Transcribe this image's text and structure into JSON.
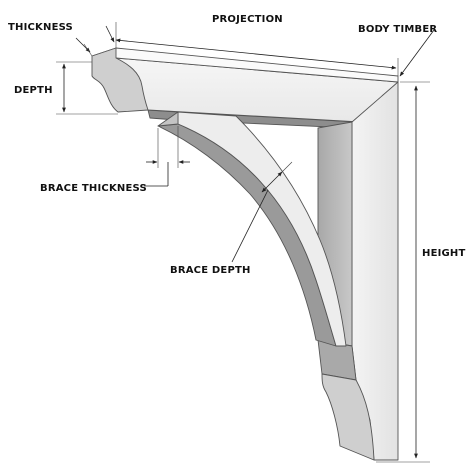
{
  "labels": {
    "thickness": "THICKNESS",
    "projection": "PROJECTION",
    "body_timber": "BODY TIMBER",
    "depth": "DEPTH",
    "brace_thickness": "BRACE THICKNESS",
    "brace_depth": "BRACE DEPTH",
    "height": "HEIGHT"
  },
  "colors": {
    "face_light": "#f2f2f2",
    "face_mid": "#e4e4e4",
    "face_shadow": "#bdbdbd",
    "face_dark": "#9e9e9e",
    "line": "#222222"
  }
}
